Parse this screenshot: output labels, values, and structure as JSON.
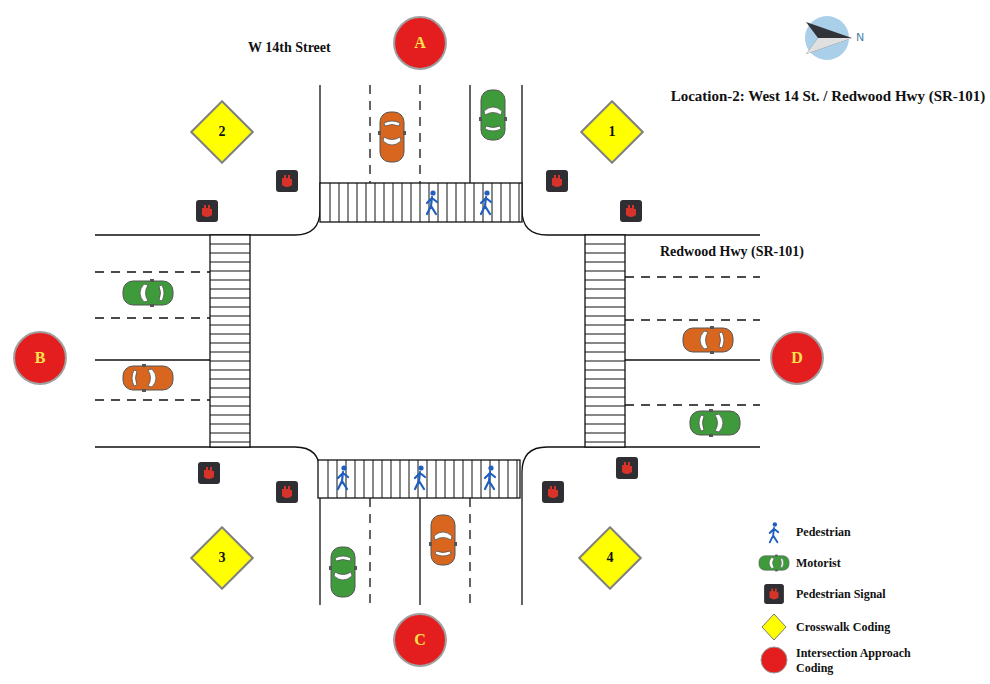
{
  "diagram": {
    "title": "Location-2: West 14 St. / Redwood Hwy (SR-101)",
    "nodes": [
      {
        "text": [
          "A"
        ]
      },
      {
        "text": [
          "2"
        ]
      },
      {
        "text": [
          "1"
        ]
      },
      {
        "text": [
          "B"
        ]
      },
      {
        "text": [
          "D"
        ]
      },
      {
        "text": [
          "3"
        ]
      },
      {
        "text": [
          "4"
        ]
      },
      {
        "text": [
          "C"
        ]
      }
    ],
    "edges": [],
    "labels": [
      "W 14th Street",
      "Redwood Hwy (SR-101)",
      "N"
    ],
    "legend": [
      {
        "text": "Pedestrian"
      },
      {
        "text": "Motorist"
      },
      {
        "text": "Pedestrian Signal"
      },
      {
        "text": "Crosswalk Coding"
      },
      {
        "text": "Intersection Approach Coding"
      }
    ]
  }
}
